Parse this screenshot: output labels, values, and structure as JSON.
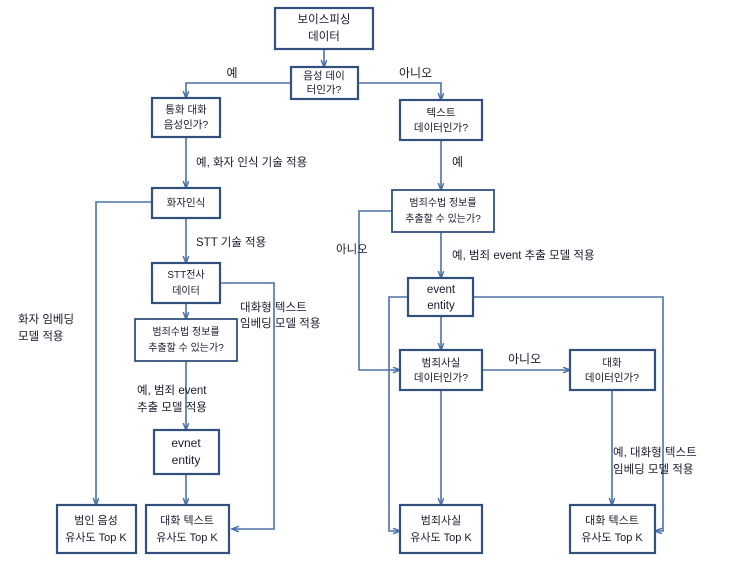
{
  "diagram": {
    "title": "보이스피싱 데이터 처리 흐름도",
    "colors": {
      "node_border": "#32507d",
      "node_fill": "#ffffff",
      "edge": "#4a72a8",
      "text": "#1a1a2e",
      "background": "#ffffff"
    },
    "nodes": [
      {
        "id": "n1",
        "line1": "보이스피싱",
        "line2": "데이터"
      },
      {
        "id": "n2",
        "line1": "음성 데이",
        "line2": "터인가?"
      },
      {
        "id": "n3",
        "line1": "통화 대화",
        "line2": "음성인가?"
      },
      {
        "id": "n4",
        "line1": "화자인식",
        "line2": ""
      },
      {
        "id": "n5",
        "line1": "STT전사",
        "line2": "데이터"
      },
      {
        "id": "n6",
        "line1": "범죄수법 정보를",
        "line2": "추출할 수 있는가?"
      },
      {
        "id": "n7",
        "line1": "evnet",
        "line2": "entity"
      },
      {
        "id": "n8",
        "line1": "범인 음성",
        "line2": "유사도 Top K"
      },
      {
        "id": "n9",
        "line1": "대화 텍스트",
        "line2": "유사도 Top K"
      },
      {
        "id": "n10",
        "line1": "텍스트",
        "line2": "데이터인가?"
      },
      {
        "id": "n11",
        "line1": "범죄수법 정보를",
        "line2": "추출할 수 있는가?"
      },
      {
        "id": "n12",
        "line1": "event",
        "line2": "entity"
      },
      {
        "id": "n13",
        "line1": "범죄사실",
        "line2": "데이터인가?"
      },
      {
        "id": "n14",
        "line1": "대화",
        "line2": "데이터인가?"
      },
      {
        "id": "n15",
        "line1": "범죄사실",
        "line2": "유사도 Top K"
      },
      {
        "id": "n16",
        "line1": "대화 텍스트",
        "line2": "유사도 Top K"
      }
    ],
    "edge_labels": [
      {
        "id": "e1",
        "text": "예"
      },
      {
        "id": "e2",
        "text": "아니오"
      },
      {
        "id": "e3",
        "text": "예, 화자 인식 기술 적용"
      },
      {
        "id": "e4",
        "text": "STT 기술 적용"
      },
      {
        "id": "e5a",
        "text": "대화형 텍스트"
      },
      {
        "id": "e5b",
        "text": "임베딩 모델 적용"
      },
      {
        "id": "e6a",
        "text": "예, 범죄 event"
      },
      {
        "id": "e6b",
        "text": "추출 모델 적용"
      },
      {
        "id": "e7a",
        "text": "화자 임베딩"
      },
      {
        "id": "e7b",
        "text": "모델 적용"
      },
      {
        "id": "e8",
        "text": "예"
      },
      {
        "id": "e9",
        "text": "아니오"
      },
      {
        "id": "e10",
        "text": "예, 범죄 event 추출 모델 적용"
      },
      {
        "id": "e11",
        "text": "아니오"
      },
      {
        "id": "e12a",
        "text": "예, 대화형 텍스트"
      },
      {
        "id": "e12b",
        "text": "임베딩 모델 적용"
      }
    ]
  }
}
